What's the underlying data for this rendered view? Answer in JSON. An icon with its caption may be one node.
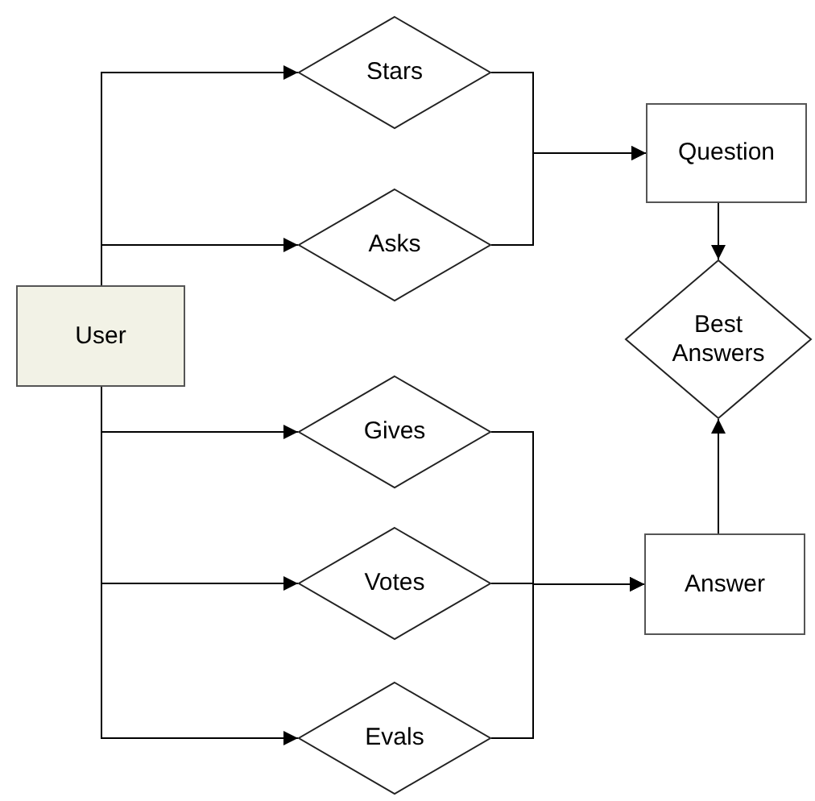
{
  "diagram": {
    "nodes": [
      {
        "text": [
          "User"
        ]
      },
      {
        "text": [
          "Stars"
        ]
      },
      {
        "text": [
          "Asks"
        ]
      },
      {
        "text": [
          "Gives"
        ]
      },
      {
        "text": [
          "Votes"
        ]
      },
      {
        "text": [
          "Evals"
        ]
      },
      {
        "text": [
          "Question"
        ]
      },
      {
        "text": [
          "Best Answers"
        ]
      },
      {
        "text": [
          "Answer"
        ]
      }
    ],
    "edges": [
      {
        "from": 0,
        "to": 1,
        "arrow": "to"
      },
      {
        "from": 0,
        "to": 2,
        "arrow": "to"
      },
      {
        "from": 0,
        "to": 3,
        "arrow": "to"
      },
      {
        "from": 0,
        "to": 4,
        "arrow": "to"
      },
      {
        "from": 0,
        "to": 5,
        "arrow": "to"
      },
      {
        "from": 1,
        "to": 6,
        "arrow": "to"
      },
      {
        "from": 2,
        "to": 6,
        "arrow": "to"
      },
      {
        "from": 3,
        "to": 8,
        "arrow": "to"
      },
      {
        "from": 4,
        "to": 8,
        "arrow": "to"
      },
      {
        "from": 5,
        "to": 8,
        "arrow": "to"
      },
      {
        "from": 6,
        "to": 7,
        "arrow": "to"
      },
      {
        "from": 8,
        "to": 7,
        "arrow": "to"
      }
    ]
  }
}
